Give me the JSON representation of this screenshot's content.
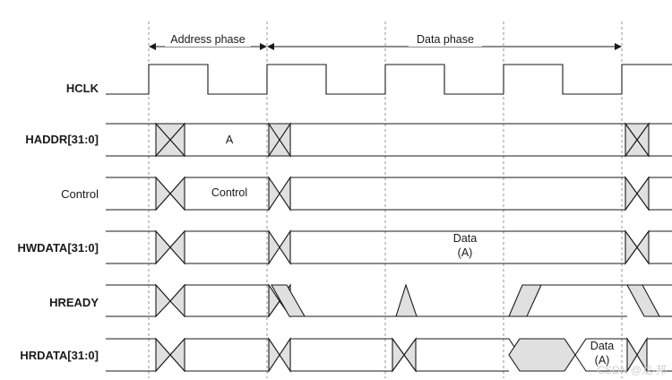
{
  "phases": {
    "address": "Address phase",
    "data": "Data phase"
  },
  "signals": [
    {
      "id": "hclk",
      "label": "HCLK",
      "bold": true
    },
    {
      "id": "haddr",
      "label": "HADDR[31:0]",
      "bold": true
    },
    {
      "id": "control",
      "label": "Control",
      "bold": false
    },
    {
      "id": "hwdata",
      "label": "HWDATA[31:0]",
      "bold": true
    },
    {
      "id": "hready",
      "label": "HREADY",
      "bold": true
    },
    {
      "id": "hrdata",
      "label": "HRDATA[31:0]",
      "bold": true
    }
  ],
  "values": {
    "haddr": "A",
    "control": "Control",
    "hwdata_line1": "Data",
    "hwdata_line2": "(A)",
    "hrdata_line1": "Data",
    "hrdata_line2": "(A)"
  },
  "watermark": "CSDN @龙·邦"
}
